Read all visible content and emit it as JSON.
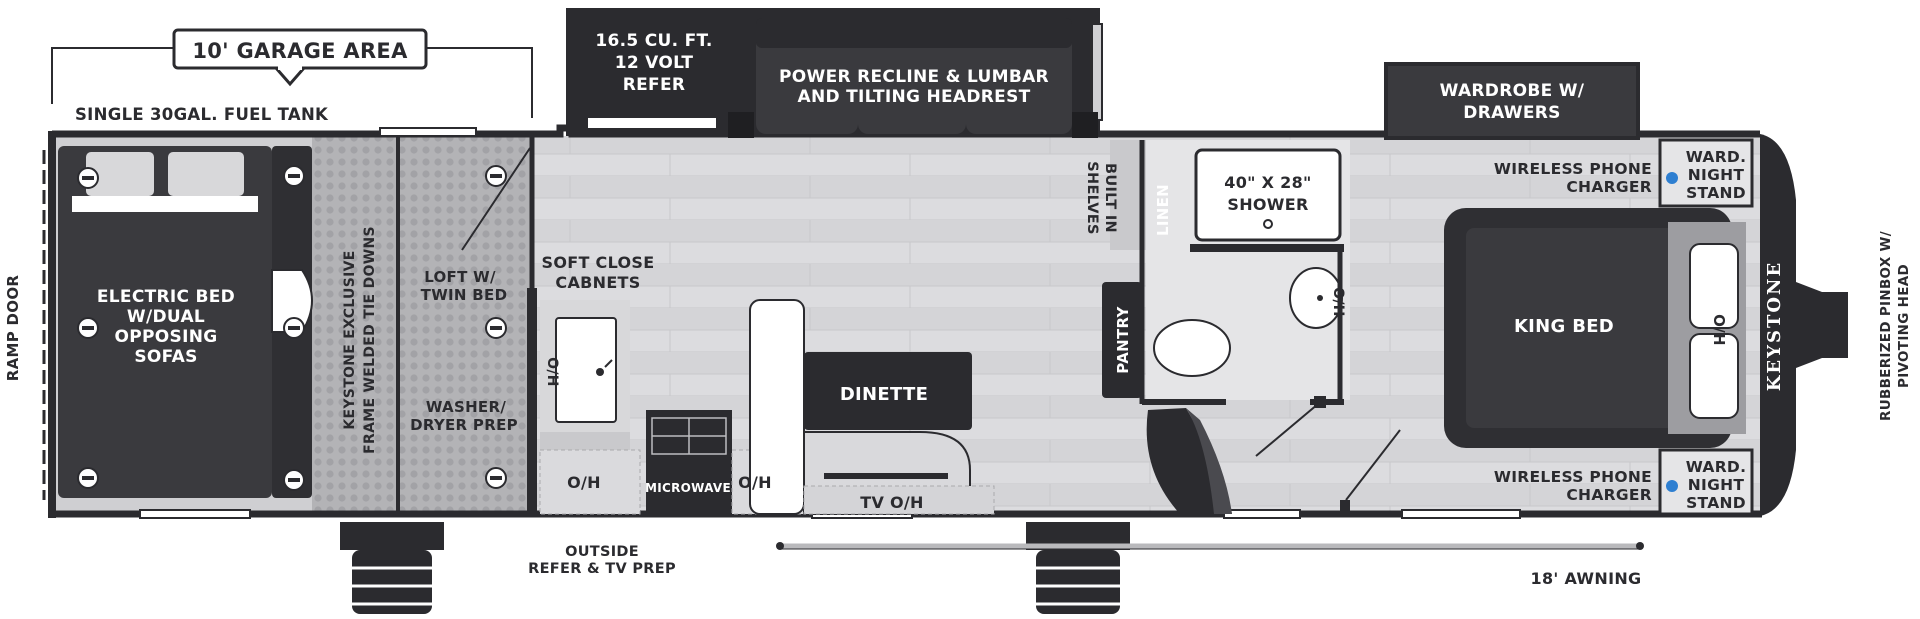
{
  "title": "10' GARAGE AREA",
  "brand": "KEYSTONE",
  "colors": {
    "wall": "#2b2b2f",
    "dark_fill": "#3a3a3e",
    "floor": "#d9d9dc",
    "garage_floor": "#b3b3b6",
    "accent_dot": "#2e7fd1",
    "white": "#ffffff"
  },
  "labels": {
    "fuel_tank": "SINGLE 30GAL. FUEL TANK",
    "ramp_door": "RAMP DOOR",
    "electric_bed": [
      "ELECTRIC BED",
      "W/DUAL",
      "OPPOSING",
      "SOFAS"
    ],
    "tie_downs": [
      "KEYSTONE EXCLUSIVE",
      "FRAME WELDED TIE DOWNS"
    ],
    "loft": [
      "LOFT W/",
      "TWIN BED"
    ],
    "washer_dryer": [
      "WASHER/",
      "DRYER PREP"
    ],
    "refer": [
      "16.5 CU. FT.",
      "12 VOLT",
      "REFER"
    ],
    "recline": [
      "POWER RECLINE & LUMBAR",
      "AND TILTING HEADREST"
    ],
    "soft_close": [
      "SOFT CLOSE",
      "CABNETS"
    ],
    "sink_oh": "O/H",
    "oh_left": "O/H",
    "microwave": "MICROWAVE",
    "oh_right": "O/H",
    "dinette": "DINETTE",
    "tv_oh": "TV O/H",
    "outside_refer": [
      "OUTSIDE",
      "REFER & TV PREP"
    ],
    "built_in_shelves": [
      "BUILT IN",
      "SHELVES"
    ],
    "linen": "LINEN",
    "pantry": "PANTRY",
    "shower": [
      "40\" X 28\"",
      "SHOWER"
    ],
    "bath_oh": "O/H",
    "wardrobe": [
      "WARDROBE W/",
      "DRAWERS"
    ],
    "phone_charger_top": [
      "WIRELESS PHONE",
      "CHARGER"
    ],
    "phone_charger_bottom": [
      "WIRELESS PHONE",
      "CHARGER"
    ],
    "nightstand_top": [
      "WARD.",
      "NIGHT",
      "STAND"
    ],
    "nightstand_bottom": [
      "WARD.",
      "NIGHT",
      "STAND"
    ],
    "king_bed": "KING BED",
    "bed_oh": "O/H",
    "pinbox": [
      "RUBBERIZED PINBOX W/",
      "PIVOTING HEAD"
    ],
    "awning": "18' AWNING"
  }
}
